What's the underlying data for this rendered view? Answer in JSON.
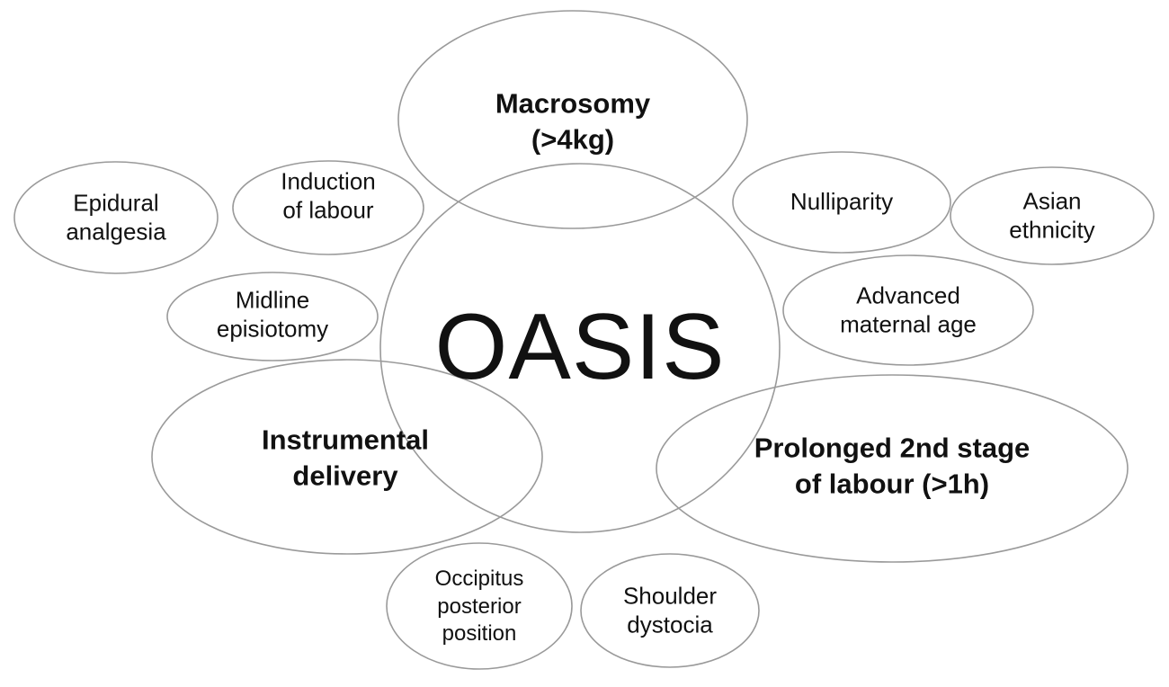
{
  "center": {
    "label": "OASIS"
  },
  "risk_factors": {
    "macrosomy": {
      "line1": "Macrosomy",
      "line2": "(>4kg)"
    },
    "instrumental_delivery": {
      "line1": "Instrumental",
      "line2": "delivery"
    },
    "prolonged_second_stage": {
      "line1": "Prolonged 2nd stage",
      "line2": "of labour (>1h)"
    },
    "epidural_analgesia": {
      "line1": "Epidural",
      "line2": "analgesia"
    },
    "induction_of_labour": {
      "line1": "Induction",
      "line2": "of labour"
    },
    "midline_episiotomy": {
      "line1": "Midline",
      "line2": "episiotomy"
    },
    "nulliparity": {
      "line1": "Nulliparity"
    },
    "asian_ethnicity": {
      "line1": "Asian",
      "line2": "ethnicity"
    },
    "advanced_maternal_age": {
      "line1": "Advanced",
      "line2": "maternal age"
    },
    "occipitus_posterior_position": {
      "line1": "Occipitus",
      "line2": "posterior",
      "line3": "position"
    },
    "shoulder_dystocia": {
      "line1": "Shoulder",
      "line2": "dystocia"
    }
  },
  "colors": {
    "stroke": "#9a9a9a",
    "text": "#111111",
    "background": "#ffffff"
  }
}
